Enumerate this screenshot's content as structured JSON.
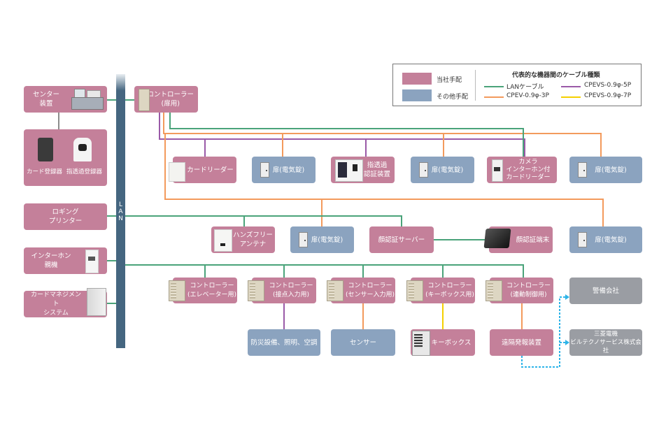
{
  "legend": {
    "our_supply": "当社手配",
    "other_supply": "その他手配",
    "title": "代表的な機器間のケーブル種類",
    "cables": [
      {
        "name": "LANケーブル",
        "color": "#4aa37a"
      },
      {
        "name": "CPEVS-0.9φ-5P",
        "color": "#9a5aa8"
      },
      {
        "name": "CPEV-0.9φ-3P",
        "color": "#f39a5c"
      },
      {
        "name": "CPEVS-0.9φ-7P",
        "color": "#f5d000"
      }
    ],
    "colors": {
      "our": "#c4809a",
      "other": "#8ba3bf",
      "external": "#9a9da3"
    }
  },
  "lan": {
    "label": "L\nA\nN"
  },
  "left": {
    "center_device": "センター\n装置",
    "card_registrar": "カード登録器",
    "finger_registrar": "指透過登録器",
    "logging_printer": "ロギング\nプリンター",
    "intercom_master": "インターホン\n親機",
    "card_management": "カードマネジメント\nシステム"
  },
  "row1": {
    "controller_door": "コントローラー\n(扉用)",
    "card_reader": "カードリーダー",
    "door_lock_1": "扉(電気錠)",
    "finger_auth": "指透過\n認証装置",
    "door_lock_2": "扉(電気錠)",
    "camera_intercom": "カメラ\nインターホン付\nカードリーダー",
    "door_lock_3": "扉(電気錠)"
  },
  "row2": {
    "handsfree_antenna": "ハンズフリー\nアンテナ",
    "door_lock_4": "扉(電気錠)",
    "face_server": "顔認証サーバー",
    "face_terminal": "顔認証端末",
    "door_lock_5": "扉(電気錠)"
  },
  "row3": {
    "ctrl_elevator": "コントローラー\n(エレベーター用)",
    "ctrl_contact": "コントローラー\n(接点入力用)",
    "ctrl_sensor": "コントローラー\n(センサー入力用)",
    "ctrl_keybox": "コントローラー\n(キーボックス用)",
    "ctrl_linkage": "コントローラー\n(連動制御用)",
    "security_company": "警備会社"
  },
  "row4": {
    "disaster_equipment": "防災設備、照明、空調",
    "sensor": "センサー",
    "keybox": "キーボックス",
    "remote_alarm": "遠隔発報装置",
    "mitsubishi": "三菱電機\nビルテクノサービス株式会社"
  }
}
